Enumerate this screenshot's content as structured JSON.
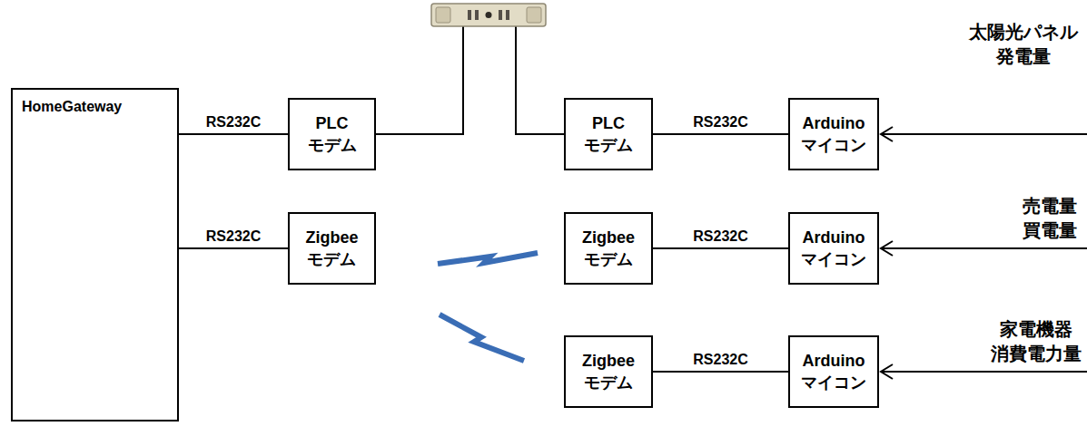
{
  "diagram": {
    "nodes": [
      {
        "text": [
          "HomeGateway"
        ]
      },
      {
        "text": [
          "PLC モデム"
        ]
      },
      {
        "text": [
          "PLC モデム"
        ]
      },
      {
        "text": [
          "Arduino マイコン"
        ]
      },
      {
        "text": [
          "Zigbee モデム"
        ]
      },
      {
        "text": [
          "Zigbee モデム"
        ]
      },
      {
        "text": [
          "Arduino マイコン"
        ]
      },
      {
        "text": [
          "Zigbee モデム"
        ]
      },
      {
        "text": [
          "Arduino マイコン"
        ]
      }
    ],
    "edges": [
      {
        "from": 0,
        "to": 1,
        "label": "RS232C",
        "arrow": "none"
      },
      {
        "from": 0,
        "to": 4,
        "label": "RS232C",
        "arrow": "none"
      },
      {
        "from": 1,
        "to": 2,
        "arrow": "none"
      },
      {
        "from": 2,
        "to": 3,
        "label": "RS232C",
        "arrow": "none"
      },
      {
        "from": 4,
        "to": 5,
        "arrow": "none"
      },
      {
        "from": 5,
        "to": 6,
        "label": "RS232C",
        "arrow": "none"
      },
      {
        "from": 4,
        "to": 7,
        "arrow": "none"
      },
      {
        "from": 7,
        "to": 8,
        "label": "RS232C",
        "arrow": "none"
      }
    ],
    "labels": [
      "太陽光パネル 発電量",
      "売電量 買電量",
      "家電機器 消費電力量"
    ]
  }
}
